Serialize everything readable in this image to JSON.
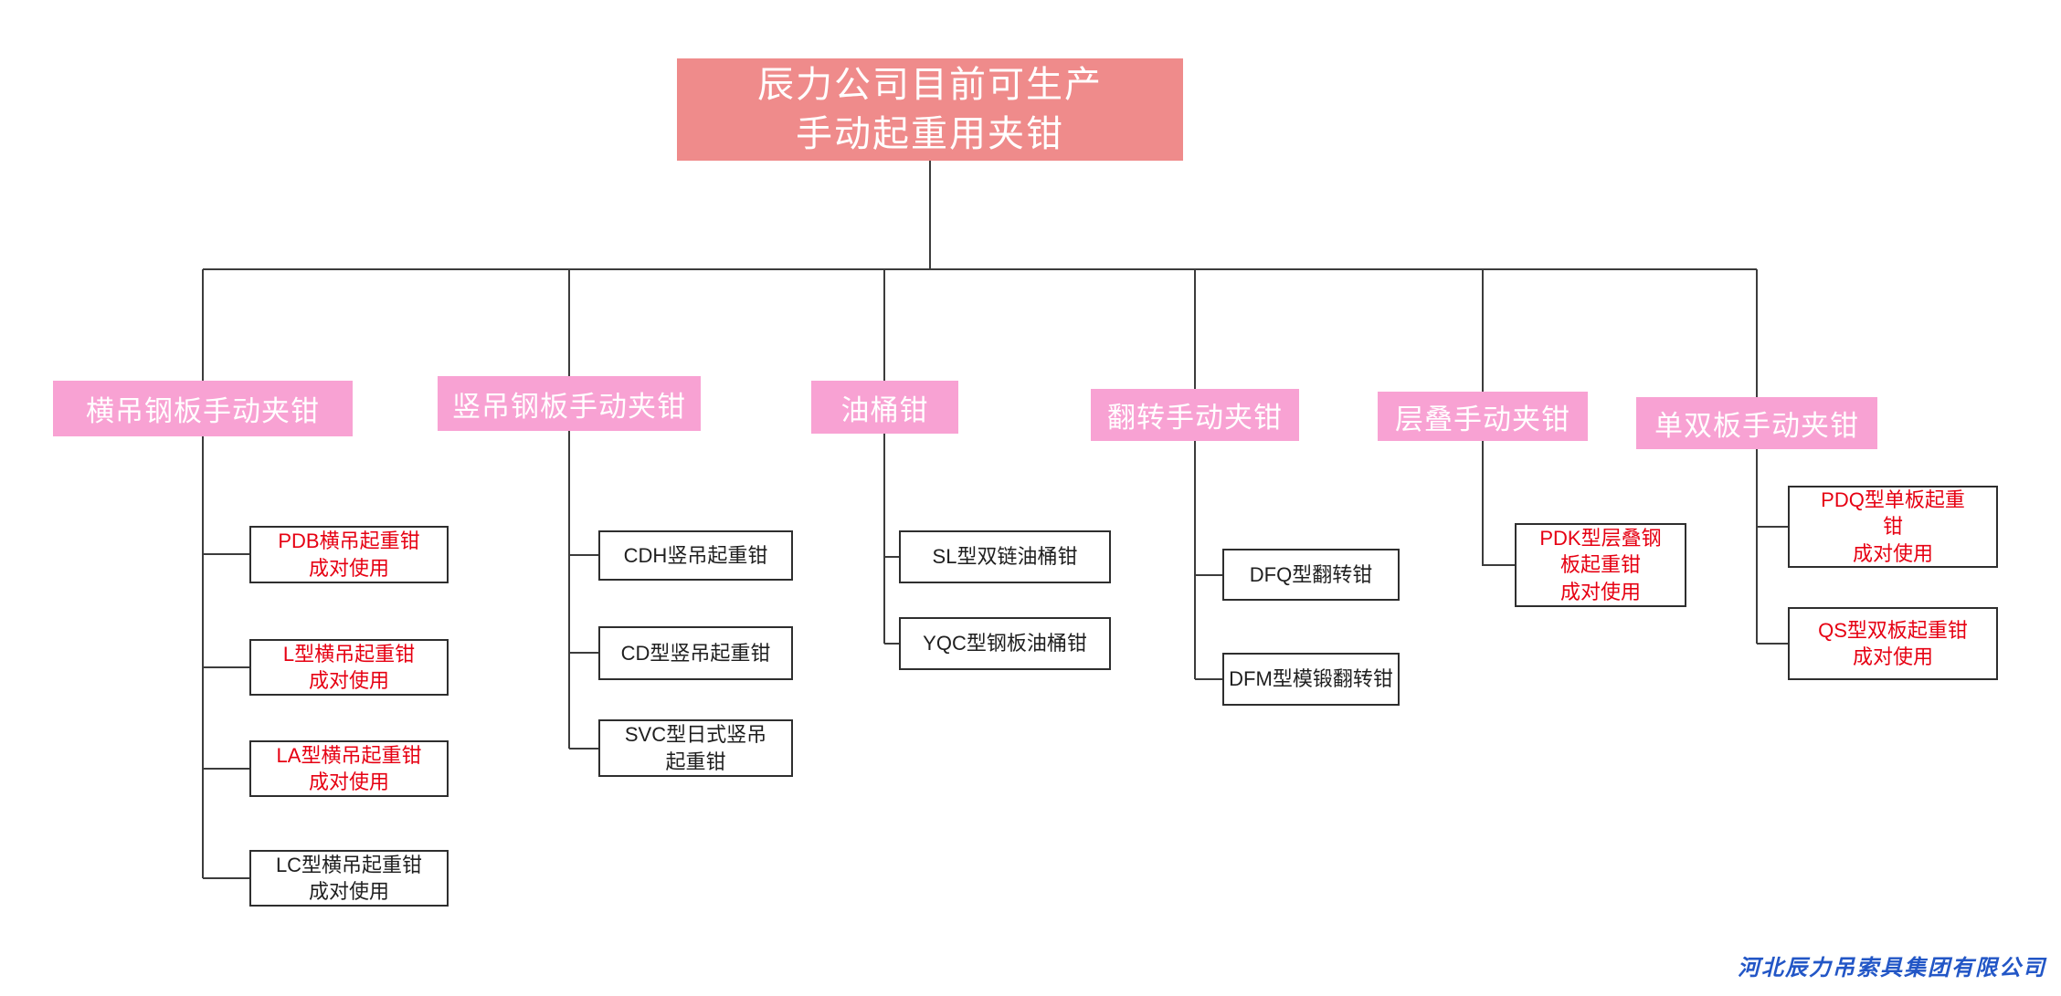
{
  "root": {
    "label": "辰力公司目前可生产\n手动起重用夹钳"
  },
  "categories": [
    {
      "label": "横吊钢板手动夹钳",
      "children": [
        {
          "label": "PDB横吊起重钳\n成对使用",
          "highlight": true
        },
        {
          "label": "L型横吊起重钳\n成对使用",
          "highlight": true
        },
        {
          "label": "LA型横吊起重钳\n成对使用",
          "highlight": true
        },
        {
          "label": "LC型横吊起重钳\n成对使用",
          "highlight": false
        }
      ]
    },
    {
      "label": "竖吊钢板手动夹钳",
      "children": [
        {
          "label": "CDH竖吊起重钳",
          "highlight": false
        },
        {
          "label": "CD型竖吊起重钳",
          "highlight": false
        },
        {
          "label": "SVC型日式竖吊\n起重钳",
          "highlight": false
        }
      ]
    },
    {
      "label": "油桶钳",
      "children": [
        {
          "label": "SL型双链油桶钳",
          "highlight": false
        },
        {
          "label": "YQC型钢板油桶钳",
          "highlight": false
        }
      ]
    },
    {
      "label": "翻转手动夹钳",
      "children": [
        {
          "label": "DFQ型翻转钳",
          "highlight": false
        },
        {
          "label": "DFM型模锻翻转钳",
          "highlight": false
        }
      ]
    },
    {
      "label": "层叠手动夹钳",
      "children": [
        {
          "label": "PDK型层叠钢\n板起重钳\n成对使用",
          "highlight": true
        }
      ]
    },
    {
      "label": "单双板手动夹钳",
      "children": [
        {
          "label": "PDQ型单板起重\n钳\n成对使用",
          "highlight": true
        },
        {
          "label": "QS型双板起重钳\n成对使用",
          "highlight": true
        }
      ]
    }
  ],
  "watermark": "河北辰力吊索具集团有限公司",
  "colors": {
    "root_bg": "#EF8B8B",
    "category_bg": "#F8A2D3",
    "highlight_text": "#E60012",
    "watermark": "#2256C6",
    "connector": "#3C3C3C"
  }
}
